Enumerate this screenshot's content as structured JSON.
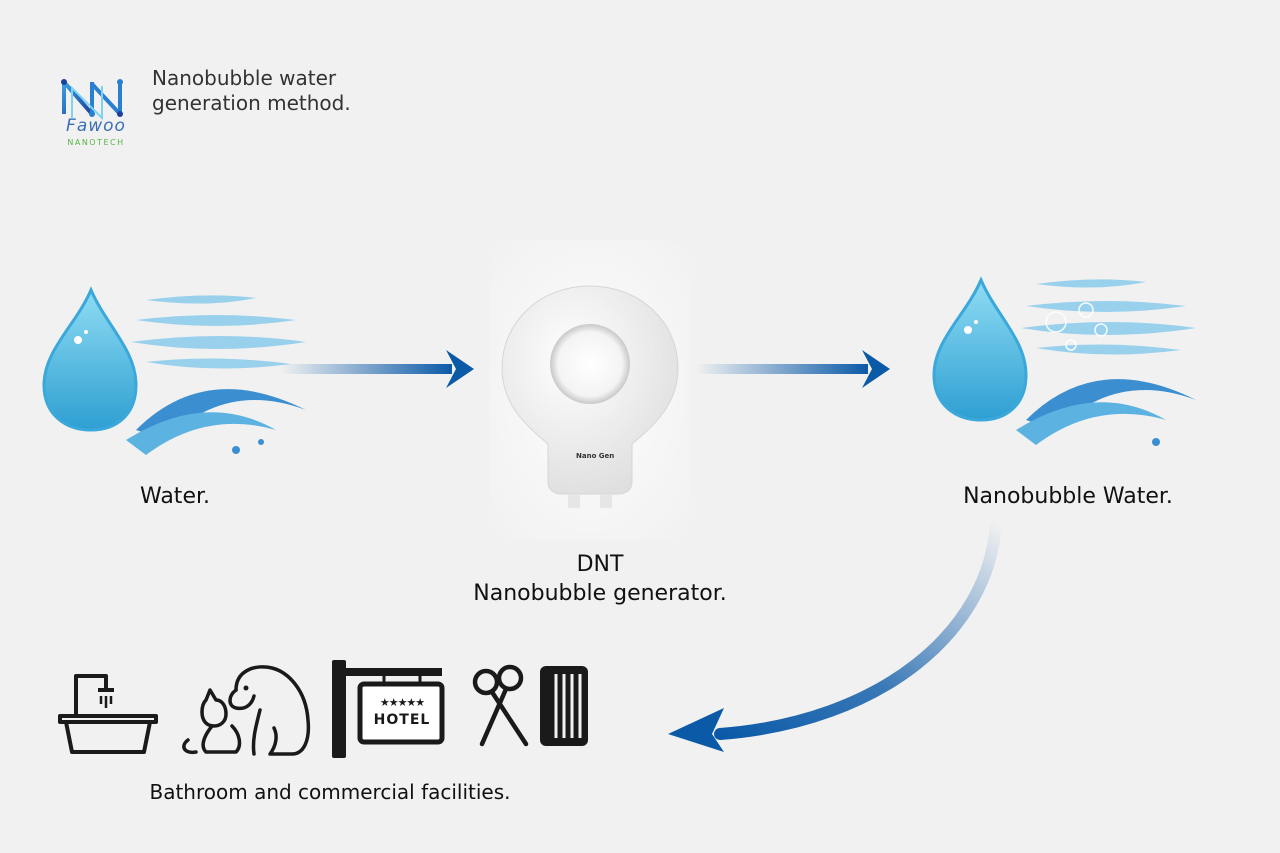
{
  "header": {
    "title": "Nanobubble water generation method.",
    "logo_word": "Fawoo",
    "logo_sub": "NANOTECH"
  },
  "diagram": {
    "water_label": "Water.",
    "generator_label_line1": "DNT",
    "generator_label_line2": "Nanobubble generator.",
    "generator_badge": "Nano Gen",
    "nanowater_label": "Nanobubble Water.",
    "facilities_label": "Bathroom and commercial facilities.",
    "hotel_sign_text": "HOTEL",
    "hotel_sign_stars": "★★★★★"
  },
  "colors": {
    "arrow": "#0b5aa8",
    "drop": "#5cc3e8",
    "wave": "#4aa3d6",
    "icon": "#1a1a1a"
  },
  "icons": [
    "bathtub-icon",
    "pets-icon",
    "hotel-sign-icon",
    "scissors-comb-icon"
  ]
}
